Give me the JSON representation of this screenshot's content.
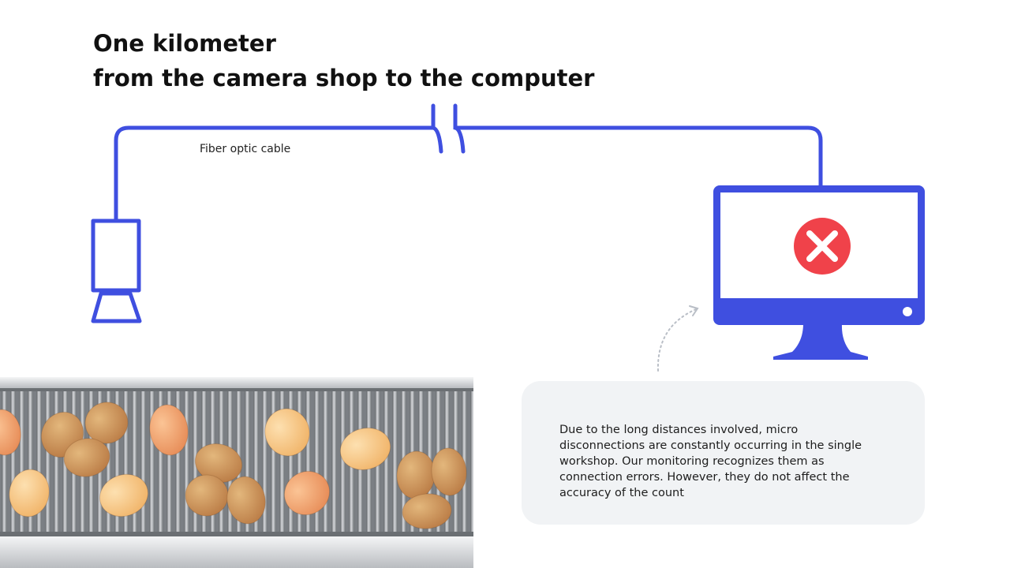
{
  "heading": {
    "title": "One kilometer",
    "subtitle": "from the camera shop to the computer"
  },
  "cable": {
    "label": "Fiber optic cable"
  },
  "note": {
    "text": "Due to the long distances involved, micro disconnections are constantly occurring in the single workshop. Our monitoring recognizes them as connection errors. However, they do not affect the accuracy of the count"
  },
  "icons": {
    "camera": "camera-icon",
    "monitor": "monitor-icon",
    "error": "error-x-icon",
    "conveyor": "conveyor-belt-image",
    "arrow": "dotted-curved-arrow-icon"
  },
  "colors": {
    "line": "#3f4fe0",
    "error": "#f0424a",
    "note_bg": "#f1f3f5",
    "text": "#111111"
  }
}
